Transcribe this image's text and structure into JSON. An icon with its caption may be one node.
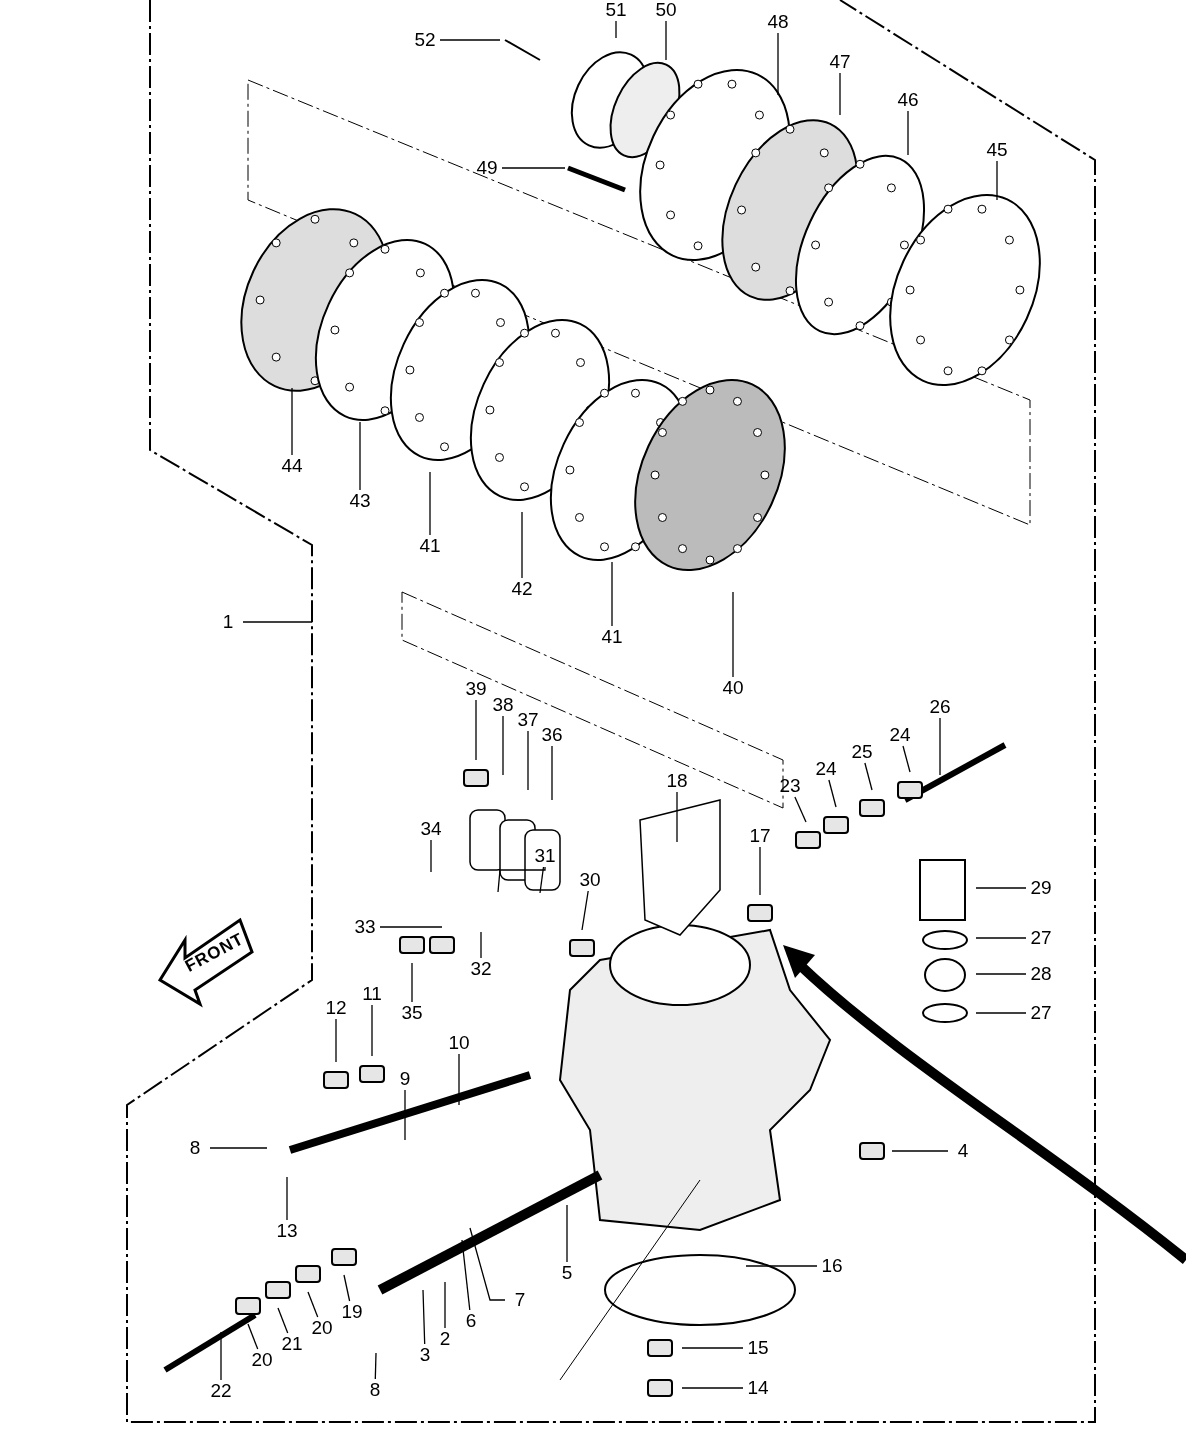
{
  "diagram": {
    "nodes": [
      {
        "text": [
          "52"
        ]
      },
      {
        "text": [
          "51"
        ]
      },
      {
        "text": [
          "50"
        ]
      },
      {
        "text": [
          "48"
        ]
      },
      {
        "text": [
          "47"
        ]
      },
      {
        "text": [
          "49"
        ]
      },
      {
        "text": [
          "46"
        ]
      },
      {
        "text": [
          "45"
        ]
      },
      {
        "text": [
          "44"
        ]
      },
      {
        "text": [
          "43"
        ]
      },
      {
        "text": [
          "41"
        ]
      },
      {
        "text": [
          "42"
        ]
      },
      {
        "text": [
          "41"
        ]
      },
      {
        "text": [
          "40"
        ]
      },
      {
        "text": [
          "1"
        ]
      },
      {
        "text": [
          "39"
        ]
      },
      {
        "text": [
          "38"
        ]
      },
      {
        "text": [
          "37"
        ]
      },
      {
        "text": [
          "36"
        ]
      },
      {
        "text": [
          "26"
        ]
      },
      {
        "text": [
          "24"
        ]
      },
      {
        "text": [
          "25"
        ]
      },
      {
        "text": [
          "24"
        ]
      },
      {
        "text": [
          "23"
        ]
      },
      {
        "text": [
          "18"
        ]
      },
      {
        "text": [
          "17"
        ]
      },
      {
        "text": [
          "34"
        ]
      },
      {
        "text": [
          "31"
        ]
      },
      {
        "text": [
          "30"
        ]
      },
      {
        "text": [
          "29"
        ]
      },
      {
        "text": [
          "33"
        ]
      },
      {
        "text": [
          "32"
        ]
      },
      {
        "text": [
          "27"
        ]
      },
      {
        "text": [
          "28"
        ]
      },
      {
        "text": [
          "35"
        ]
      },
      {
        "text": [
          "27"
        ]
      },
      {
        "text": [
          "12"
        ]
      },
      {
        "text": [
          "11"
        ]
      },
      {
        "text": [
          "10"
        ]
      },
      {
        "text": [
          "9"
        ]
      },
      {
        "text": [
          "8"
        ]
      },
      {
        "text": [
          "4"
        ]
      },
      {
        "text": [
          "13"
        ]
      },
      {
        "text": [
          "5"
        ]
      },
      {
        "text": [
          "16"
        ]
      },
      {
        "text": [
          "7"
        ]
      },
      {
        "text": [
          "6"
        ]
      },
      {
        "text": [
          "2"
        ]
      },
      {
        "text": [
          "3"
        ]
      },
      {
        "text": [
          "8"
        ]
      },
      {
        "text": [
          "19"
        ]
      },
      {
        "text": [
          "20"
        ]
      },
      {
        "text": [
          "21"
        ]
      },
      {
        "text": [
          "20"
        ]
      },
      {
        "text": [
          "22"
        ]
      },
      {
        "text": [
          "15"
        ]
      },
      {
        "text": [
          "14"
        ]
      }
    ],
    "edges": [
      {
        "from": 0,
        "to": null,
        "arrow": "none"
      },
      {
        "from": 1,
        "to": null,
        "arrow": "none"
      },
      {
        "from": 2,
        "to": null,
        "arrow": "none"
      },
      {
        "from": 3,
        "to": null,
        "arrow": "none"
      },
      {
        "from": 4,
        "to": null,
        "arrow": "none"
      },
      {
        "from": 5,
        "to": null,
        "arrow": "none"
      },
      {
        "from": 6,
        "to": null,
        "arrow": "none"
      },
      {
        "from": 7,
        "to": null,
        "arrow": "none"
      },
      {
        "from": 8,
        "to": null,
        "arrow": "none"
      },
      {
        "from": 9,
        "to": null,
        "arrow": "none"
      },
      {
        "from": 10,
        "to": null,
        "arrow": "none"
      },
      {
        "from": 11,
        "to": null,
        "arrow": "none"
      },
      {
        "from": 12,
        "to": null,
        "arrow": "none"
      },
      {
        "from": 13,
        "to": null,
        "arrow": "none"
      },
      {
        "from": 14,
        "to": null,
        "arrow": "none"
      },
      {
        "from": 15,
        "to": null,
        "arrow": "none"
      },
      {
        "from": 16,
        "to": null,
        "arrow": "none"
      },
      {
        "from": 17,
        "to": null,
        "arrow": "none"
      },
      {
        "from": 18,
        "to": null,
        "arrow": "none"
      },
      {
        "from": 19,
        "to": null,
        "arrow": "none"
      },
      {
        "from": 20,
        "to": null,
        "arrow": "none"
      },
      {
        "from": 21,
        "to": null,
        "arrow": "none"
      },
      {
        "from": 22,
        "to": null,
        "arrow": "none"
      },
      {
        "from": 23,
        "to": null,
        "arrow": "none"
      },
      {
        "from": 24,
        "to": null,
        "arrow": "none"
      },
      {
        "from": 25,
        "to": null,
        "arrow": "none"
      },
      {
        "from": 26,
        "to": null,
        "arrow": "none"
      },
      {
        "from": 27,
        "to": null,
        "arrow": "none"
      },
      {
        "from": 27,
        "to": null,
        "arrow": "none"
      },
      {
        "from": 28,
        "to": null,
        "arrow": "none"
      },
      {
        "from": 29,
        "to": null,
        "arrow": "none"
      },
      {
        "from": 30,
        "to": null,
        "arrow": "none"
      },
      {
        "from": 31,
        "to": null,
        "arrow": "none"
      },
      {
        "from": 32,
        "to": null,
        "arrow": "none"
      },
      {
        "from": 33,
        "to": null,
        "arrow": "none"
      },
      {
        "from": 34,
        "to": null,
        "arrow": "none"
      },
      {
        "from": 35,
        "to": null,
        "arrow": "none"
      },
      {
        "from": 36,
        "to": null,
        "arrow": "none"
      },
      {
        "from": 37,
        "to": null,
        "arrow": "none"
      },
      {
        "from": 38,
        "to": null,
        "arrow": "none"
      },
      {
        "from": 39,
        "to": null,
        "arrow": "none"
      },
      {
        "from": 40,
        "to": null,
        "arrow": "none"
      },
      {
        "from": 41,
        "to": null,
        "arrow": "none"
      },
      {
        "from": 42,
        "to": null,
        "arrow": "none"
      },
      {
        "from": 43,
        "to": null,
        "arrow": "none"
      },
      {
        "from": 44,
        "to": null,
        "arrow": "none"
      },
      {
        "from": 45,
        "to": null,
        "arrow": "none"
      },
      {
        "from": 46,
        "to": null,
        "arrow": "none"
      },
      {
        "from": 47,
        "to": null,
        "arrow": "none"
      },
      {
        "from": 48,
        "to": null,
        "arrow": "none"
      },
      {
        "from": 49,
        "to": null,
        "arrow": "none"
      },
      {
        "from": 50,
        "to": null,
        "arrow": "none"
      },
      {
        "from": 51,
        "to": null,
        "arrow": "none"
      },
      {
        "from": 52,
        "to": null,
        "arrow": "none"
      },
      {
        "from": 53,
        "to": null,
        "arrow": "none"
      },
      {
        "from": 54,
        "to": null,
        "arrow": "none"
      },
      {
        "from": 55,
        "to": null,
        "arrow": "none"
      },
      {
        "from": 56,
        "to": null,
        "arrow": "none"
      }
    ],
    "labels": [
      "FRONT"
    ]
  }
}
